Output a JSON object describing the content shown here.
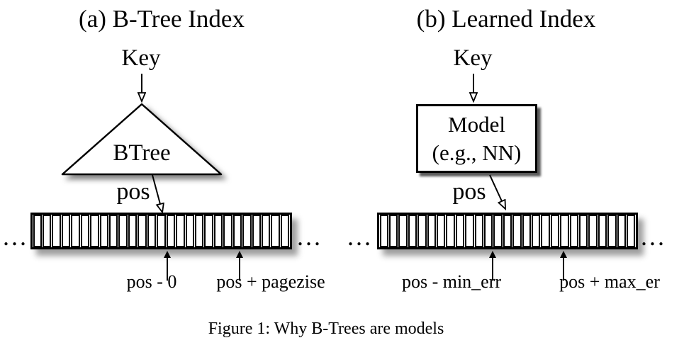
{
  "figure": {
    "caption": "Figure 1: Why B-Trees are models",
    "ink_color": "#000000",
    "paper_color": "#ffffff"
  },
  "panel_a": {
    "title": "(a) B-Tree Index",
    "key_label": "Key",
    "structure_label": "BTree",
    "pos_label": "pos",
    "array": {
      "cells": 27,
      "ellipsis_left": "...",
      "ellipsis_right": "..."
    },
    "range_low_label": "pos - 0",
    "range_high_label": "pos + pagezise"
  },
  "panel_b": {
    "title": "(b) Learned Index",
    "key_label": "Key",
    "model_label_line1": "Model",
    "model_label_line2": "(e.g., NN)",
    "pos_label": "pos",
    "array": {
      "cells": 27,
      "ellipsis_left": "...",
      "ellipsis_right": "..."
    },
    "range_low_label": "pos - min_err",
    "range_high_label": "pos + max_er"
  }
}
